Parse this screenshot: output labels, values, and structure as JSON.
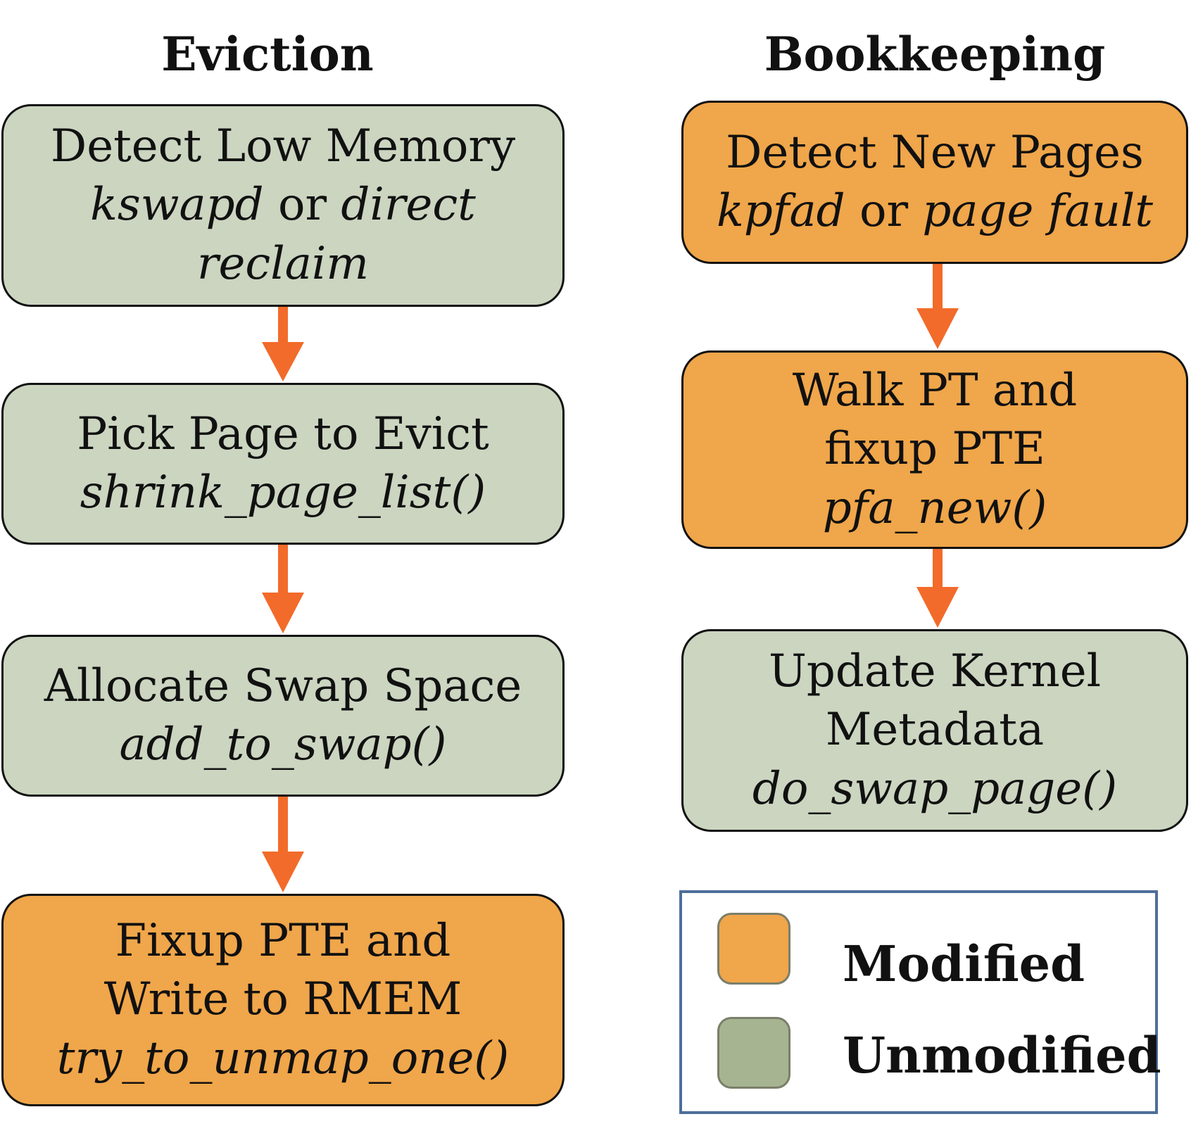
{
  "colors": {
    "modified": "#f0a64a",
    "unmodified": "#cbd5c0",
    "arrow": "#f26b2a",
    "legend_border": "#4e6e9a",
    "legend_unmodified_swatch": "#a6b491"
  },
  "eviction": {
    "heading": "Eviction",
    "steps": [
      {
        "title": "Detect Low Memory",
        "fn_a": "kswapd",
        "conj": "or",
        "fn_b": "direct",
        "fn_c": "reclaim",
        "state": "unmodified"
      },
      {
        "title": "Pick Page to Evict",
        "fn": "shrink_page_list()",
        "state": "unmodified"
      },
      {
        "title": "Allocate Swap Space",
        "fn": "add_to_swap()",
        "state": "unmodified"
      },
      {
        "title_line1": "Fixup PTE and",
        "title_line2": "Write to RMEM",
        "fn": "try_to_unmap_one()",
        "state": "modified"
      }
    ]
  },
  "bookkeeping": {
    "heading": "Bookkeeping",
    "steps": [
      {
        "title": "Detect New Pages",
        "fn_a": "kpfad",
        "conj": "or",
        "fn_b": "page fault",
        "state": "modified"
      },
      {
        "title_line1": "Walk PT and",
        "title_line2": "fixup PTE",
        "fn": "pfa_new()",
        "state": "modified"
      },
      {
        "title_line1": "Update Kernel",
        "title_line2": "Metadata",
        "fn": "do_swap_page()",
        "state": "unmodified"
      }
    ]
  },
  "legend": {
    "modified_label": "Modified",
    "unmodified_label": "Unmodified"
  }
}
